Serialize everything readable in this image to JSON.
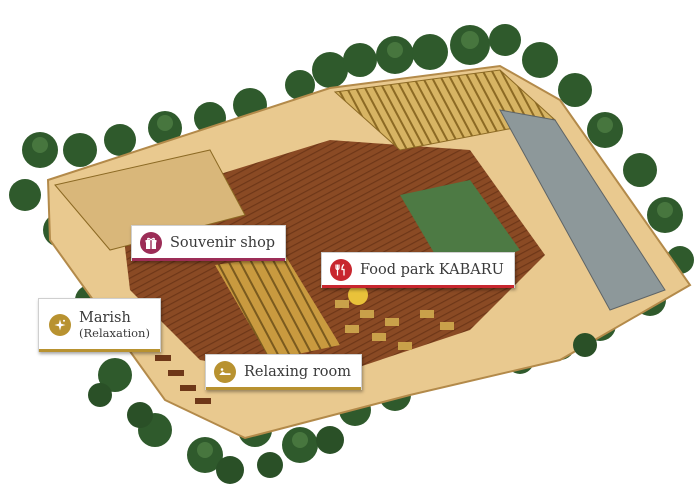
{
  "colors": {
    "souvenir": "#9c2d57",
    "food": "#c8272f",
    "gold": "#b89230",
    "floor_wood": "#8a4a24",
    "wall": "#e9c98f",
    "tree": "#2f5a2c",
    "green_floor": "#4d7a44"
  },
  "labels": {
    "souvenir": {
      "text": "Souvenir shop",
      "icon": "gift-icon"
    },
    "food": {
      "text": "Food park KABARU",
      "icon": "fork-knife-icon"
    },
    "marish": {
      "text": "Marish",
      "subtext": "(Relaxation)",
      "icon": "sparkle-icon"
    },
    "relaxing": {
      "text": "Relaxing room",
      "icon": "lounge-chair-icon"
    }
  }
}
